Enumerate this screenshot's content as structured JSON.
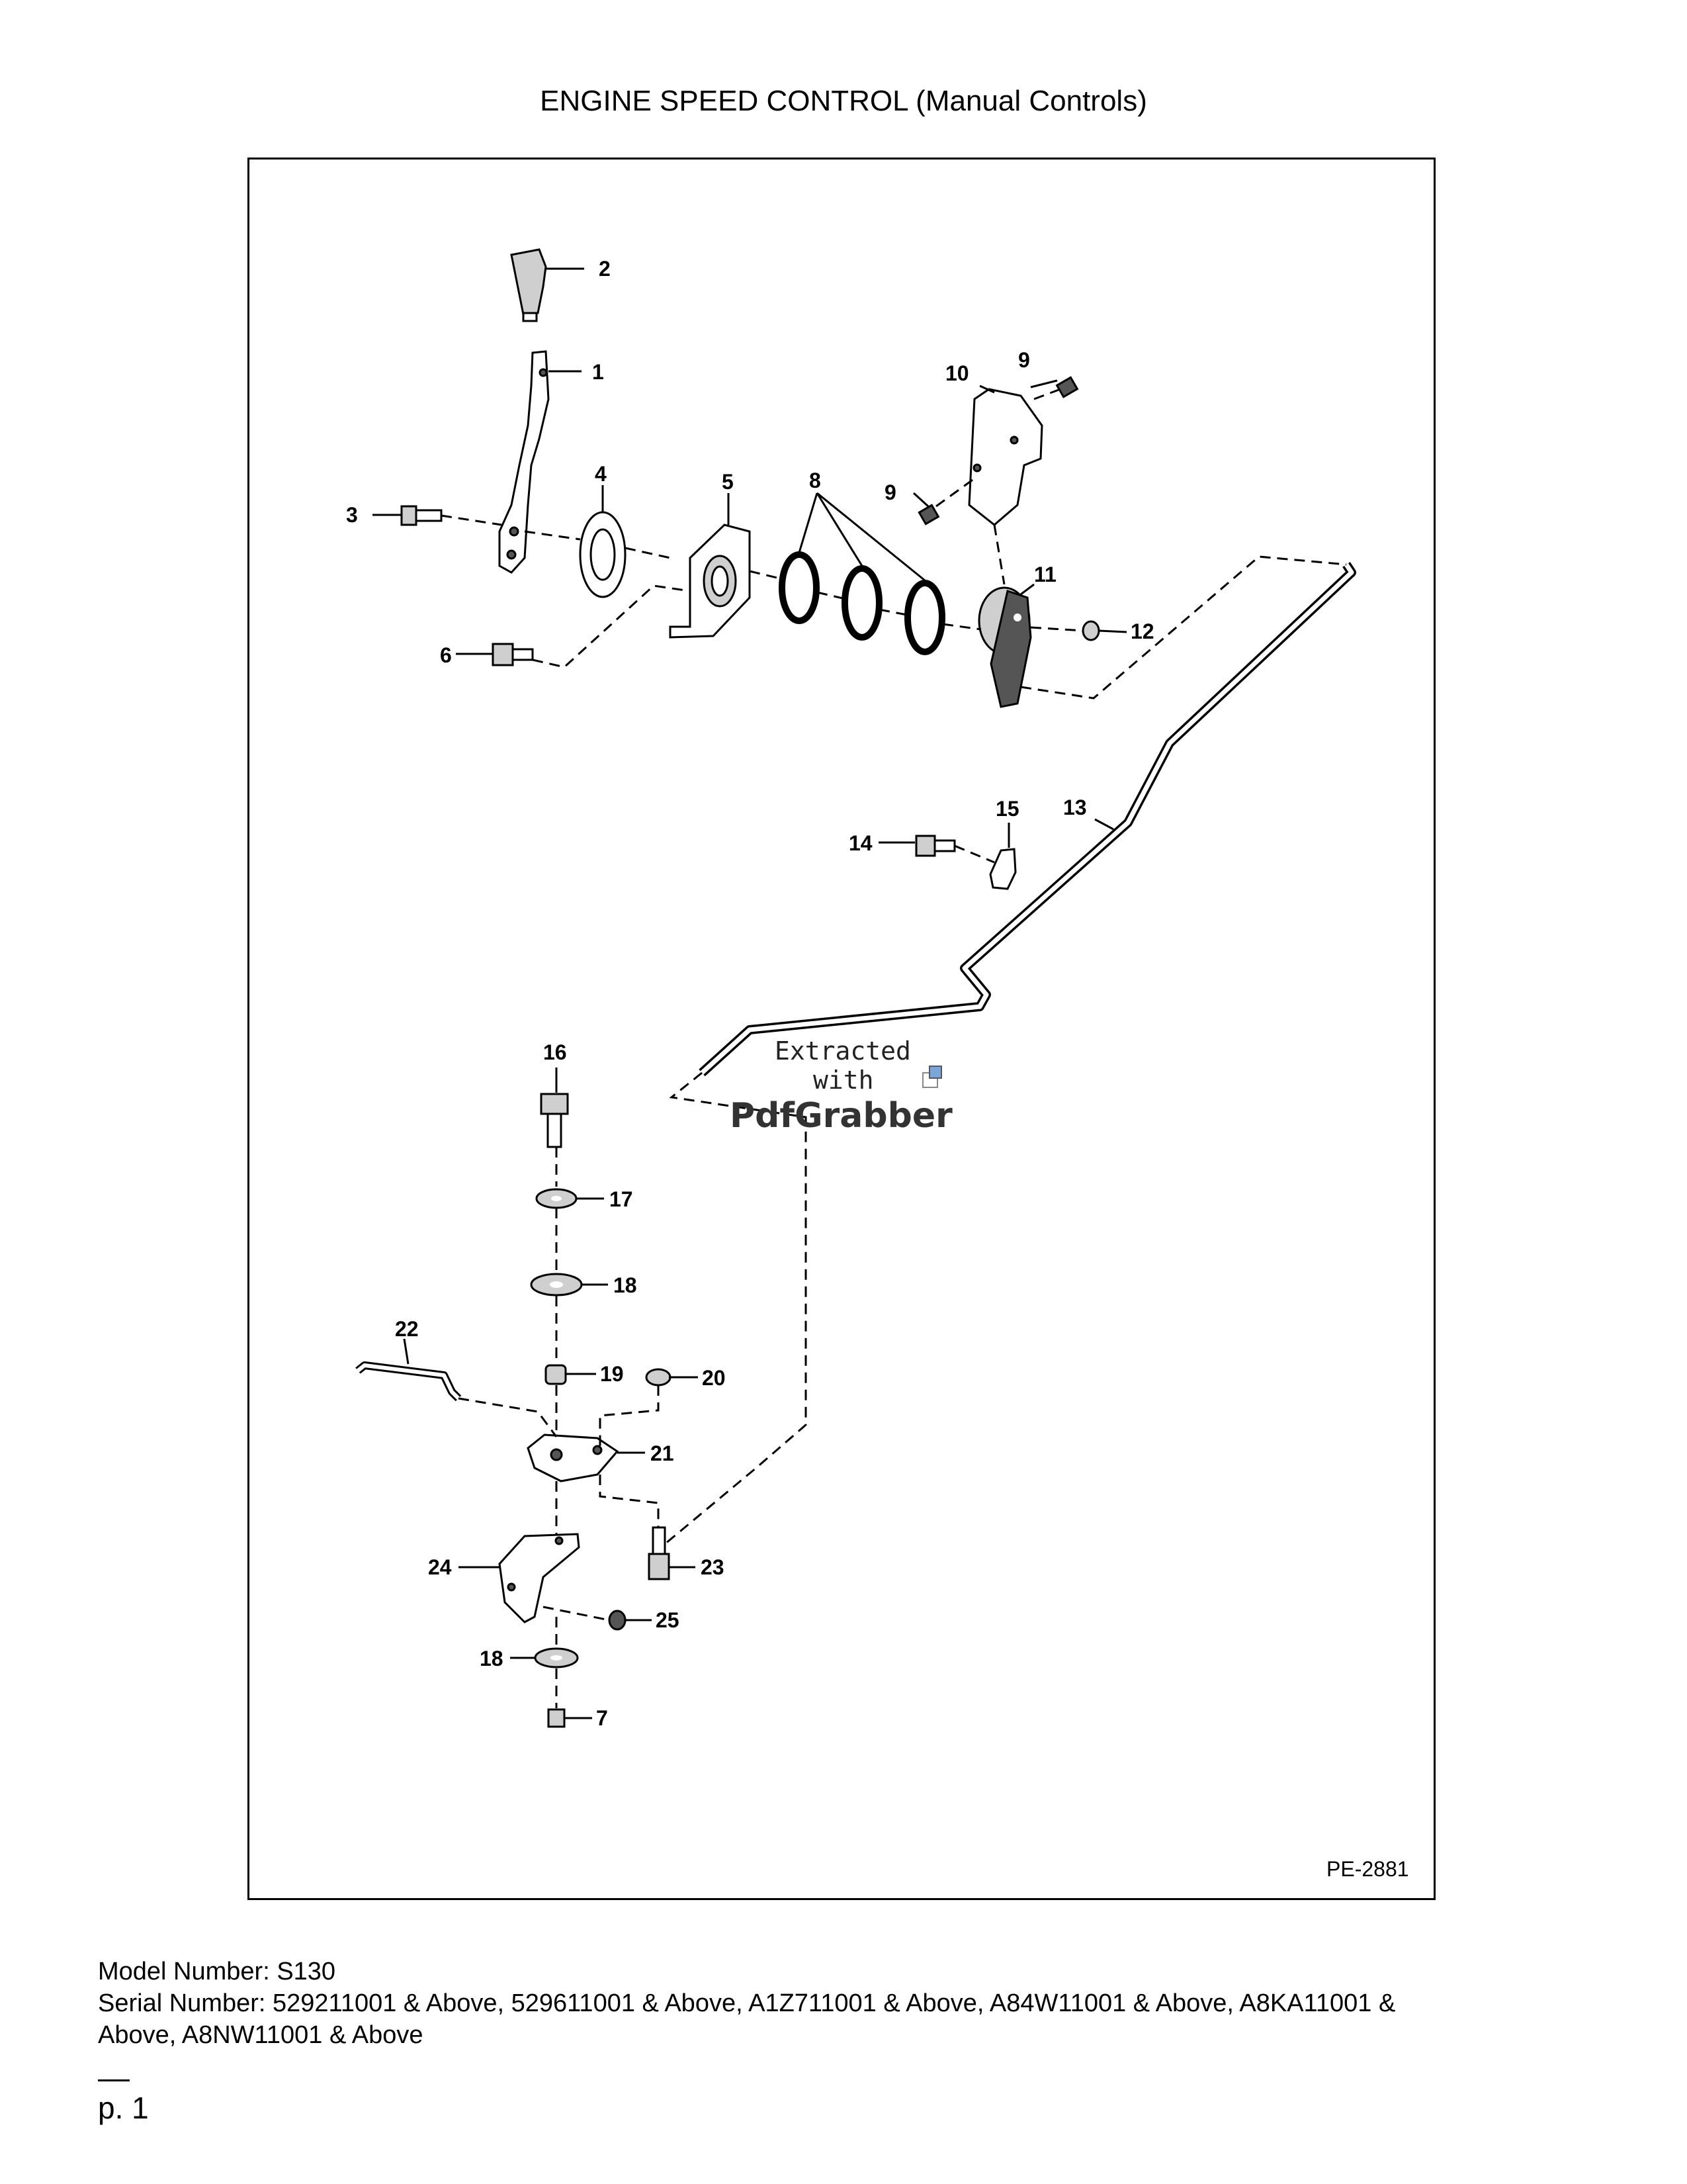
{
  "title": "ENGINE SPEED CONTROL (Manual Controls)",
  "drawing_ref": "PE-2881",
  "callouts": [
    "1",
    "2",
    "3",
    "4",
    "5",
    "6",
    "7",
    "8",
    "9",
    "9",
    "10",
    "11",
    "12",
    "13",
    "14",
    "15",
    "16",
    "17",
    "18",
    "18",
    "19",
    "20",
    "21",
    "22",
    "23",
    "24",
    "25"
  ],
  "watermark": {
    "line1": "Extracted",
    "line2": "with",
    "brand": "PdfGrabber"
  },
  "footer": {
    "model": "Model Number: S130",
    "serial_line1": "Serial Number: 529211001 & Above, 529611001 & Above, A1Z711001 & Above, A84W11001 & Above, A8KA11001 &",
    "serial_line2": "Above, A8NW11001 & Above"
  },
  "page_label": "p. 1"
}
